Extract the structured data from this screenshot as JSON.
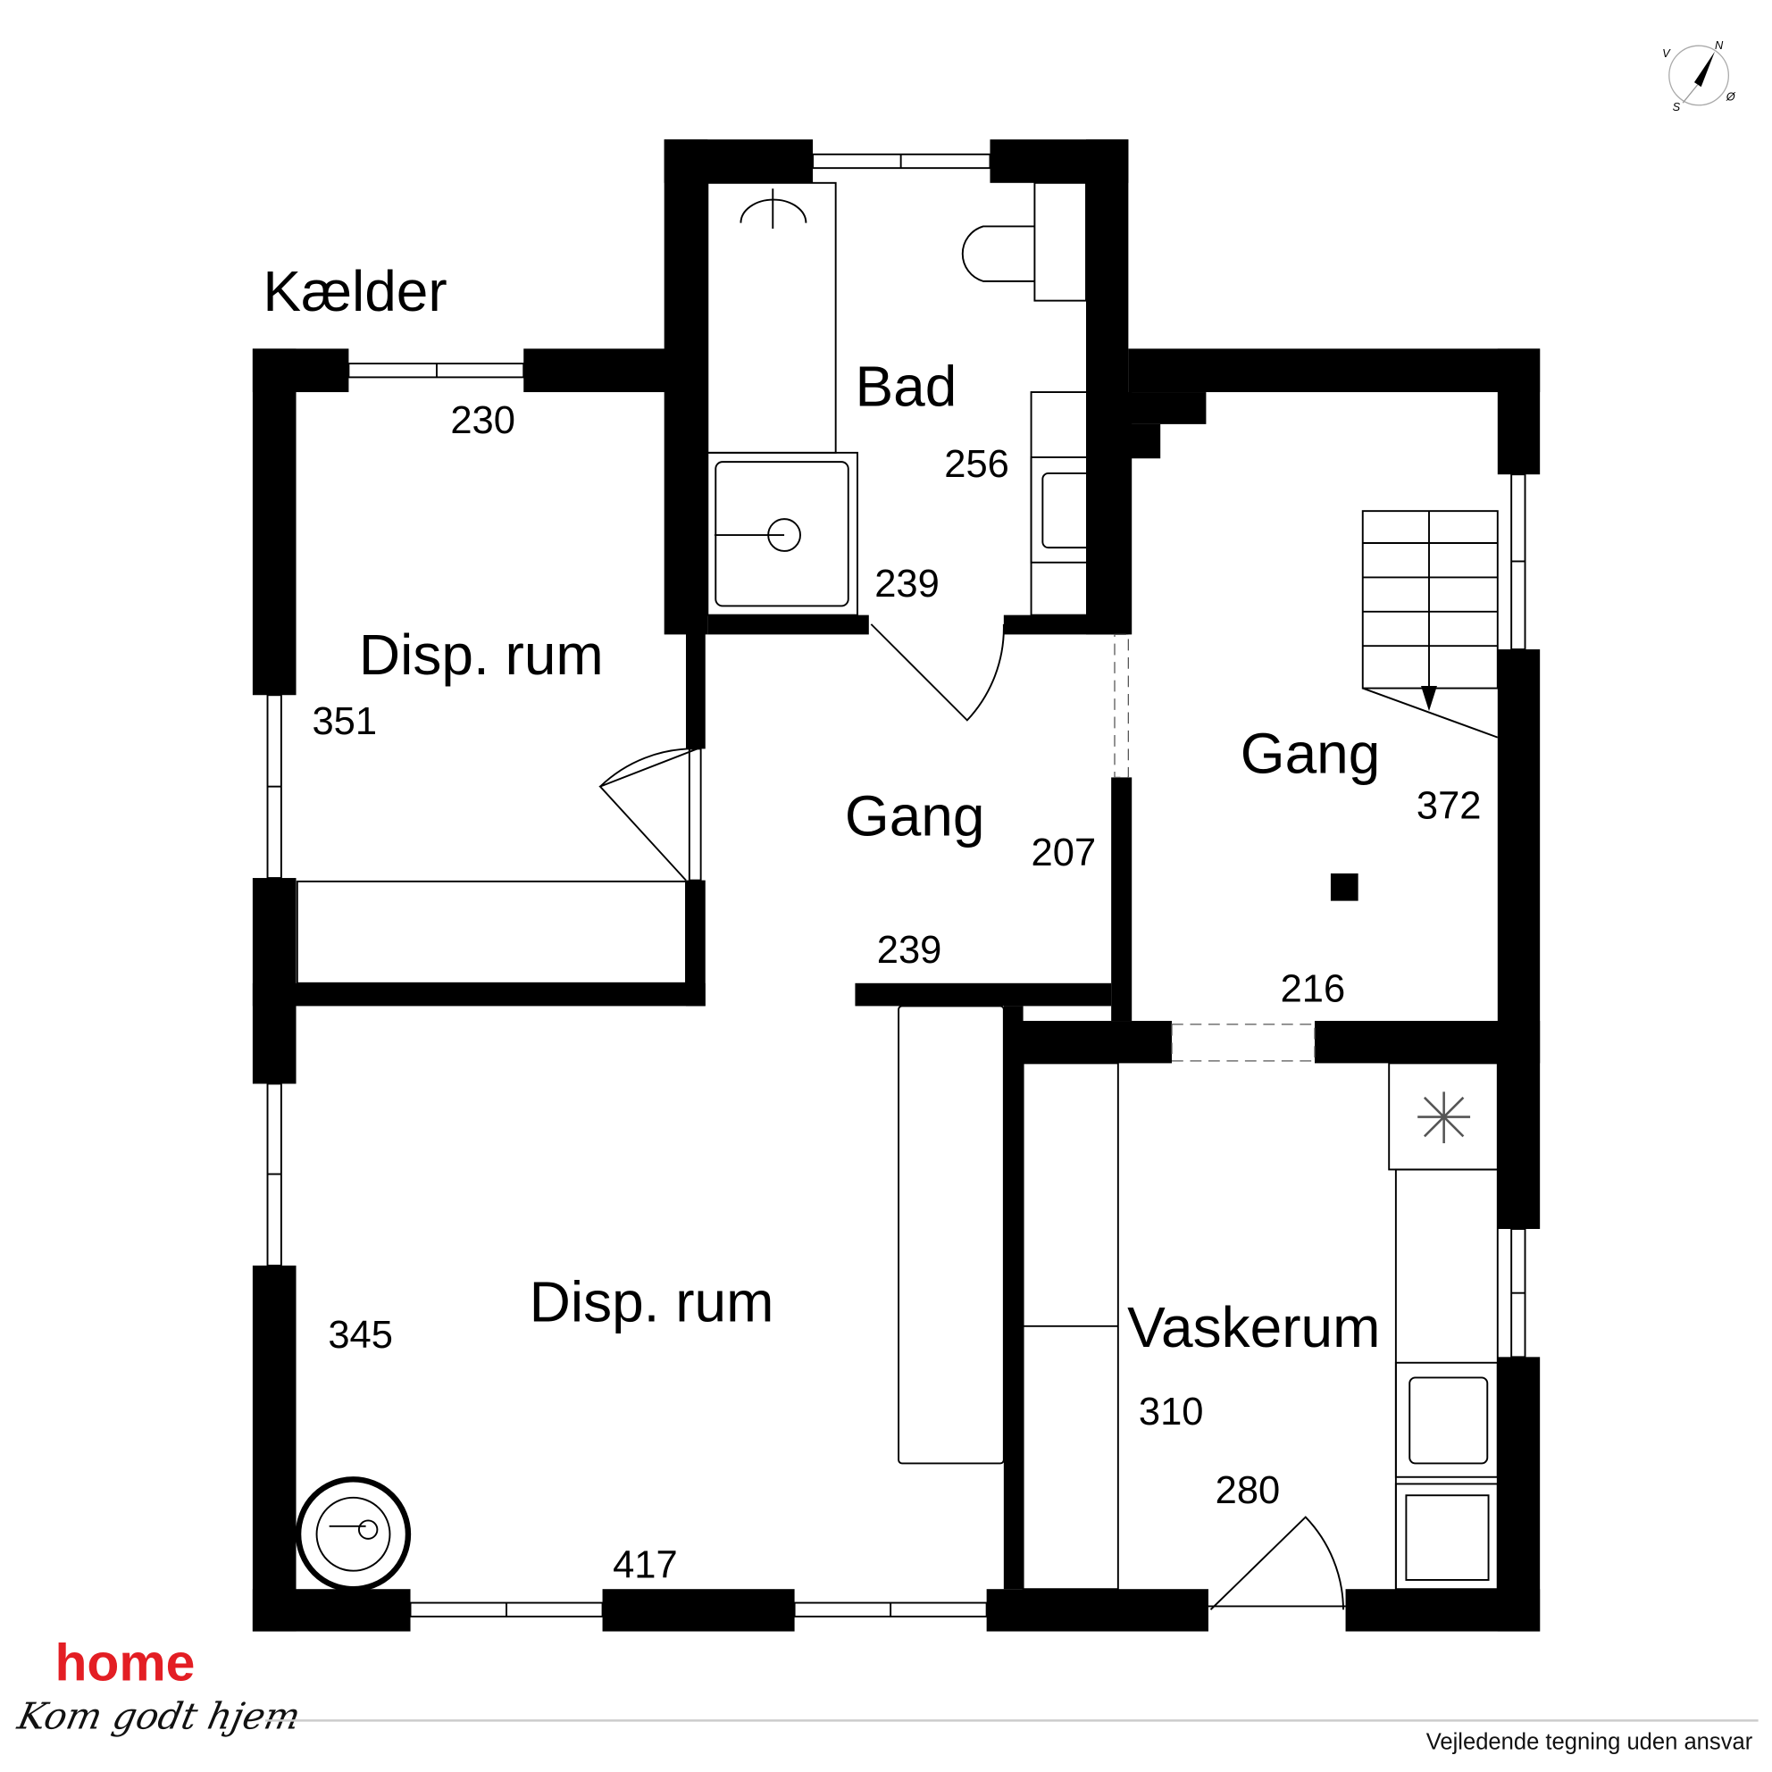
{
  "plan": {
    "floor_label": "Kælder",
    "rooms": [
      {
        "name": "Bad",
        "dims": [
          "256",
          "239"
        ]
      },
      {
        "name": "Disp. rum",
        "dims": [
          "230",
          "351"
        ]
      },
      {
        "name": "Gang",
        "dims": [
          "207",
          "239"
        ]
      },
      {
        "name": "Gang",
        "dims": [
          "372",
          "216"
        ]
      },
      {
        "name": "Disp. rum",
        "dims": [
          "345",
          "417"
        ]
      },
      {
        "name": "Vaskerum",
        "dims": [
          "310",
          "280"
        ]
      }
    ]
  },
  "compass": {
    "n": "N",
    "s": "S",
    "e": "Ø",
    "w": "V"
  },
  "branding": {
    "logo": "home",
    "tagline": "Kom godt hjem",
    "logo_color": "#e31e24"
  },
  "footer": {
    "disclaimer": "Vejledende tegning uden ansvar"
  }
}
